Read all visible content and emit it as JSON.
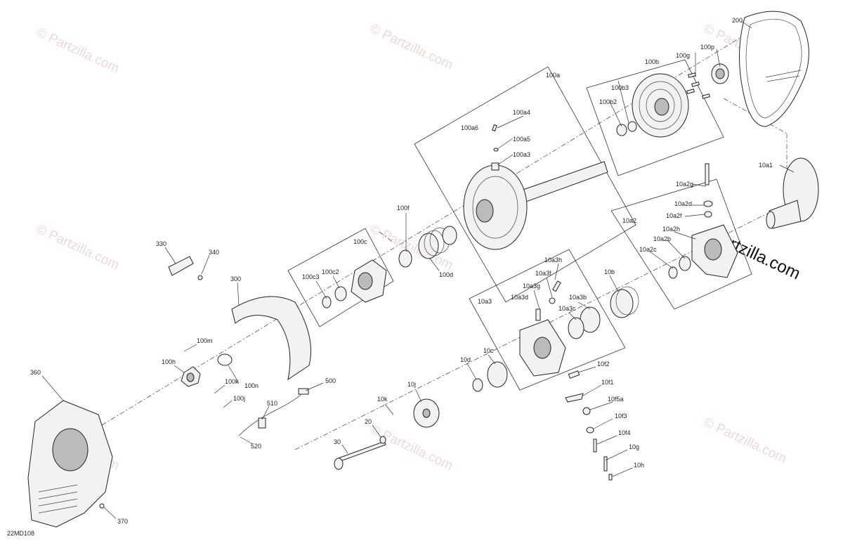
{
  "diagram_code": "22MD108",
  "watermark": "© Partzilla.com",
  "brand_watermark": "Partzilla.com",
  "labels": {
    "l200": "200",
    "l100g": "100g",
    "l100p": "100p",
    "l100b": "100b",
    "l100a": "100a",
    "l100b3": "100b3",
    "l100b2": "100b2",
    "l100a4": "100a4",
    "l100a6": "100a6",
    "l100a5": "100a5",
    "l100a3": "100a3",
    "l10a1": "10a1",
    "l10a2g": "10a2g",
    "l10a2d": "10a2d",
    "l10a2f": "10a2f",
    "l10a2": "10a2",
    "l10a2h": "10a2h",
    "l10a2b": "10a2b",
    "l10a2c": "10a2c",
    "l100f": "100f",
    "l100c": "100c",
    "l100d": "100d",
    "l100c3": "100c3",
    "l100c2": "100c2",
    "l330": "330",
    "l340": "340",
    "l300": "300",
    "l10a3h": "10a3h",
    "l10a3f": "10a3f",
    "l10a3g": "10a3g",
    "l10a3d": "10a3d",
    "l10a3b": "10a3b",
    "l10a3c": "10a3c",
    "l10a3": "10a3",
    "l10b": "10b",
    "l100m": "100m",
    "l100h": "100h",
    "l100k": "100k",
    "l100n": "100n",
    "l100j": "100j",
    "l500": "500",
    "l510": "510",
    "l520": "520",
    "l10d": "10d",
    "l10c": "10c",
    "l10f2": "10f2",
    "l10f1": "10f1",
    "l10j": "10j",
    "l10k": "10k",
    "l10f5a": "10f5a",
    "l10f3": "10f3",
    "l20": "20",
    "l10f4": "10f4",
    "l30": "30",
    "l10g": "10g",
    "l10h": "10h",
    "l360": "360",
    "l370": "370"
  }
}
